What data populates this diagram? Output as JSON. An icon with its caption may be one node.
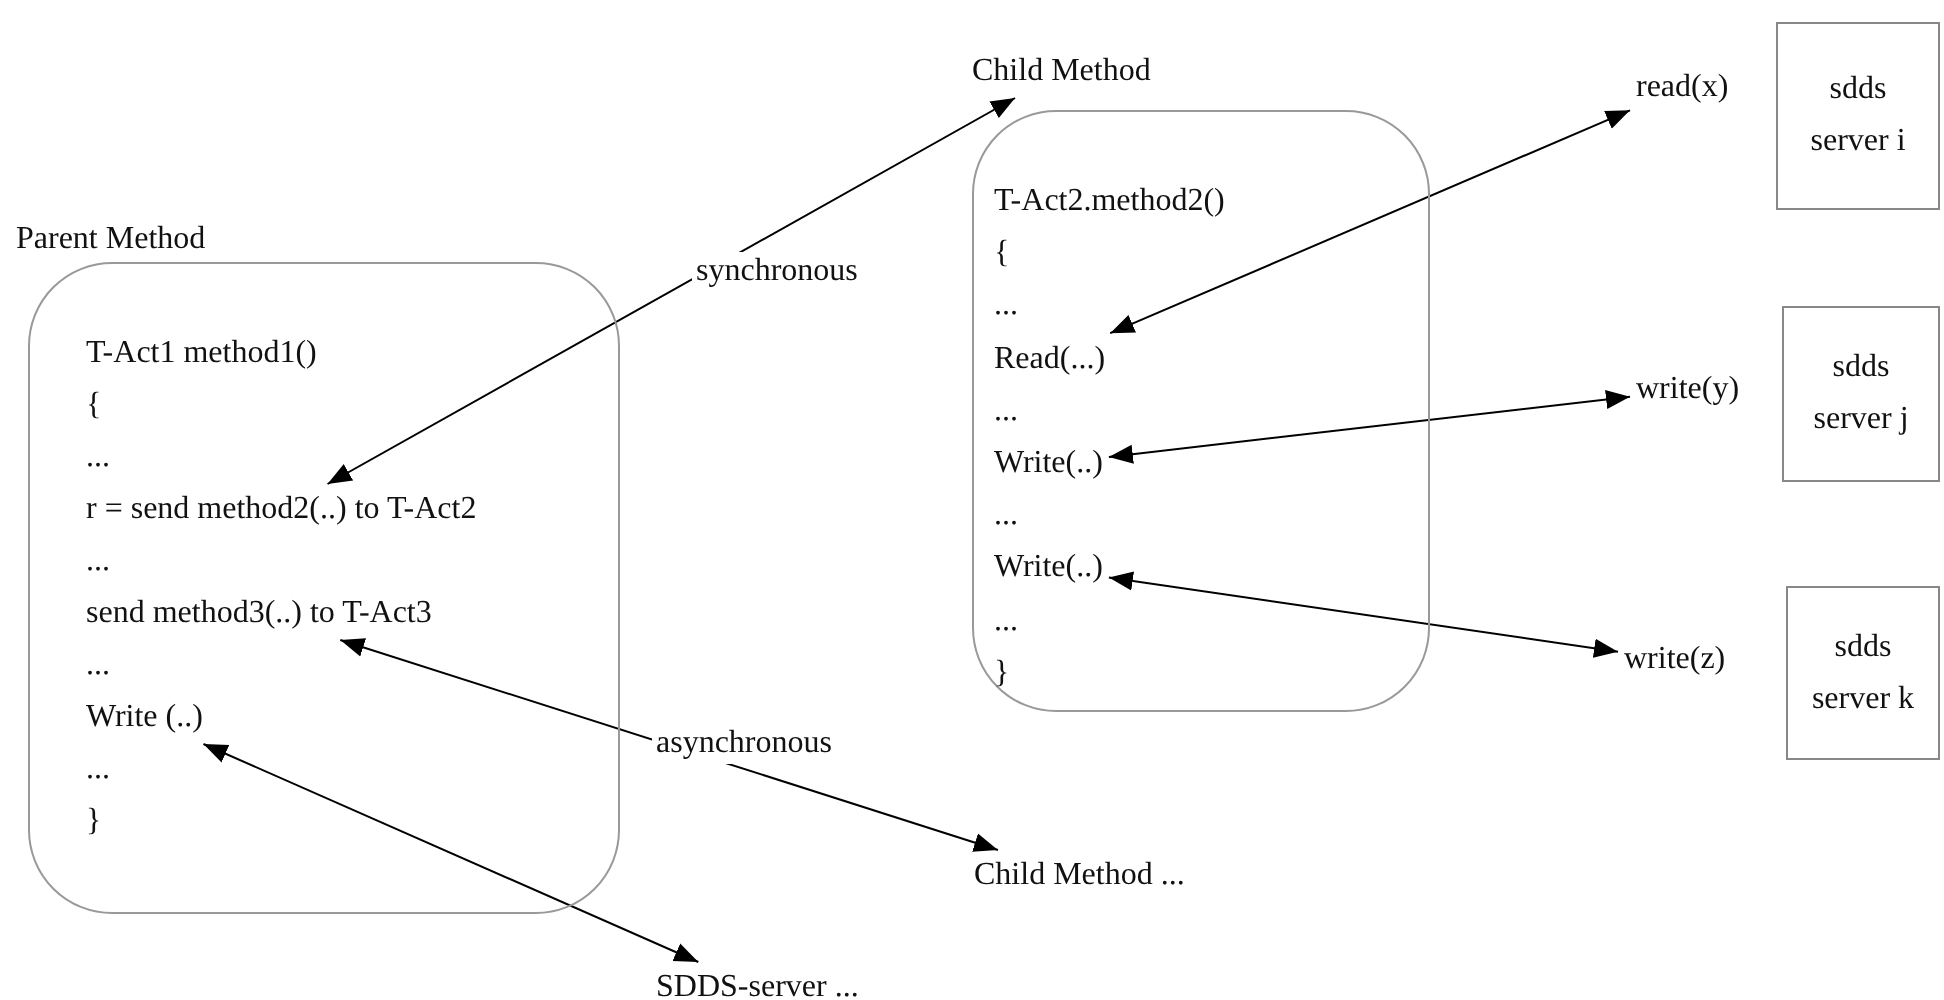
{
  "diagram": {
    "nodes": [
      {
        "text": [
          "Parent Method"
        ]
      },
      {
        "text": [
          "T-Act1 method1()"
        ],
        "in": 0
      },
      {
        "text": [
          "{"
        ],
        "in": 0
      },
      {
        "text": [
          "..."
        ],
        "in": 0
      },
      {
        "text": [
          "r = send method2(..) to T-Act2"
        ],
        "in": 0
      },
      {
        "text": [
          "..."
        ],
        "in": 0
      },
      {
        "text": [
          "send method3(..) to T-Act3"
        ],
        "in": 0
      },
      {
        "text": [
          "..."
        ],
        "in": 0
      },
      {
        "text": [
          "Write (..)"
        ],
        "in": 0
      },
      {
        "text": [
          "..."
        ],
        "in": 0
      },
      {
        "text": [
          "}"
        ],
        "in": 0
      },
      {
        "text": [
          "Child Method"
        ]
      },
      {
        "text": [
          "T-Act2.method2()"
        ],
        "in": 11
      },
      {
        "text": [
          "{"
        ],
        "in": 11
      },
      {
        "text": [
          "..."
        ],
        "in": 11
      },
      {
        "text": [
          "Read(...)"
        ],
        "in": 11
      },
      {
        "text": [
          "..."
        ],
        "in": 11
      },
      {
        "text": [
          "Write(..)"
        ],
        "in": 11
      },
      {
        "text": [
          "..."
        ],
        "in": 11
      },
      {
        "text": [
          "Write(..)"
        ],
        "in": 11
      },
      {
        "text": [
          "..."
        ],
        "in": 11
      },
      {
        "text": [
          "}"
        ],
        "in": 11
      },
      {
        "text": [
          "read(x)"
        ]
      },
      {
        "text": [
          "write(y)"
        ]
      },
      {
        "text": [
          "write(z)"
        ]
      },
      {
        "text": [
          "sdds server i"
        ]
      },
      {
        "text": [
          "sdds server j"
        ]
      },
      {
        "text": [
          "sdds server k"
        ]
      },
      {
        "text": [
          "Child Method ..."
        ]
      },
      {
        "text": [
          "SDDS-server ..."
        ]
      }
    ],
    "edges": [
      {
        "from": 4,
        "to": 11,
        "arrow": "both",
        "label": "synchronous"
      },
      {
        "from": 6,
        "to": 28,
        "arrow": "both",
        "label": "asynchronous"
      },
      {
        "from": 8,
        "to": 29,
        "arrow": "both"
      },
      {
        "from": 15,
        "to": 22,
        "arrow": "both"
      },
      {
        "from": 17,
        "to": 23,
        "arrow": "both"
      },
      {
        "from": 19,
        "to": 24,
        "arrow": "both"
      }
    ]
  }
}
